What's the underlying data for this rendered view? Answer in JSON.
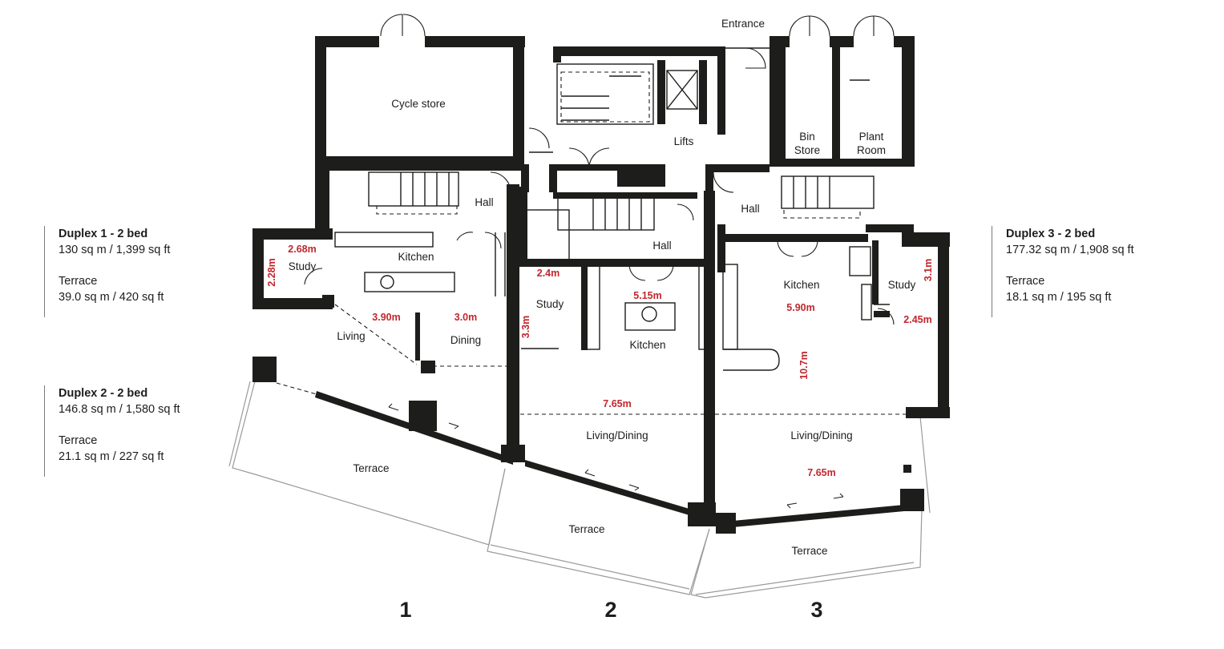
{
  "colors": {
    "wall": "#1d1d1b",
    "dimension": "#c1272d",
    "terrace_line": "#9a9a9a",
    "rule": "#7a7a7a"
  },
  "legends": [
    {
      "title": "Duplex 1 - 2 bed",
      "area": "130 sq m / 1,399 sq ft",
      "terrace_label": "Terrace",
      "terrace_area": "39.0 sq m / 420 sq ft"
    },
    {
      "title": "Duplex 2 - 2 bed",
      "area": "146.8 sq m / 1,580 sq ft",
      "terrace_label": "Terrace",
      "terrace_area": "21.1 sq m / 227 sq ft"
    },
    {
      "title": "Duplex 3 - 2 bed",
      "area": "177.32 sq m / 1,908 sq ft",
      "terrace_label": "Terrace",
      "terrace_area": "18.1 sq m / 195 sq ft"
    }
  ],
  "rooms": {
    "entrance": "Entrance",
    "cycle_store": "Cycle store",
    "lifts": "Lifts",
    "bin_store_1": "Bin",
    "bin_store_2": "Store",
    "plant_room_1": "Plant",
    "plant_room_2": "Room",
    "hall_1": "Hall",
    "hall_2": "Hall",
    "hall_3": "Hall",
    "study_1": "Study",
    "kitchen_1": "Kitchen",
    "living_1": "Living",
    "dining_1": "Dining",
    "study_2": "Study",
    "kitchen_2": "Kitchen",
    "living_dining_2": "Living/Dining",
    "kitchen_3": "Kitchen",
    "study_3": "Study",
    "living_dining_3": "Living/Dining",
    "terrace_1": "Terrace",
    "terrace_2": "Terrace",
    "terrace_3": "Terrace"
  },
  "dimensions": {
    "d1_study_w": "2.68m",
    "d1_study_h": "2.28m",
    "d1_living": "3.90m",
    "d1_dining": "3.0m",
    "d2_study_w": "2.4m",
    "d2_study_h": "3.3m",
    "d2_kitchen": "5.15m",
    "d2_living": "7.65m",
    "d3_kitchen": "5.90m",
    "d3_depth": "10.7m",
    "d3_study_h": "3.1m",
    "d3_study_w": "2.45m",
    "d3_living": "7.65m"
  },
  "unit_numbers": [
    "1",
    "2",
    "3"
  ]
}
